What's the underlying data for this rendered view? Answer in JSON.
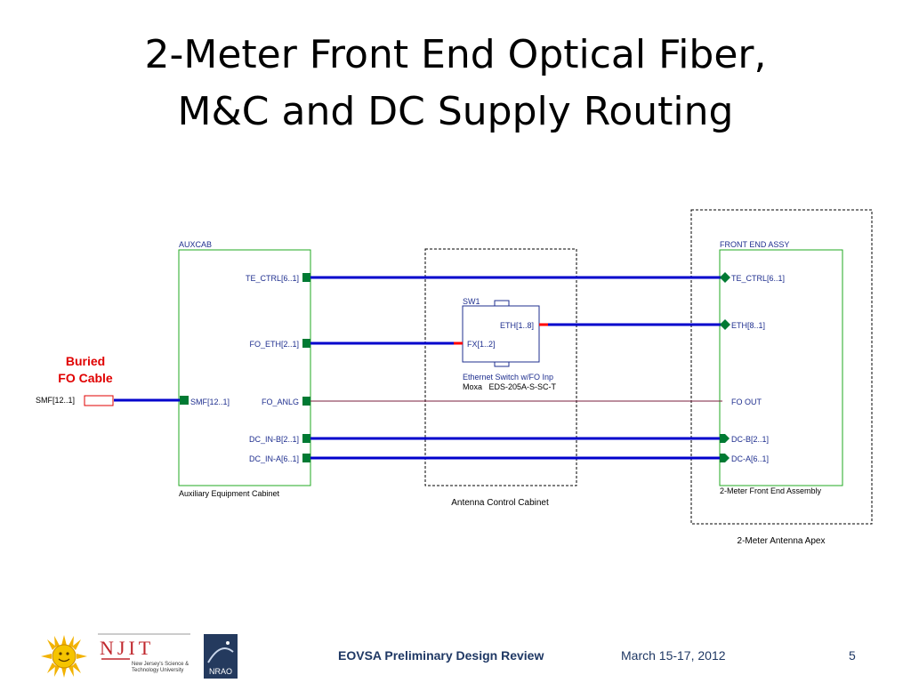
{
  "title": {
    "line1": "2-Meter Front End Optical Fiber,",
    "line2": "M&C and DC Supply Routing"
  },
  "diagram": {
    "auxcab": {
      "name": "AUXCAB",
      "caption": "Auxiliary Equipment Cabinet",
      "ports": {
        "te_ctrl": "TE_CTRL[6..1]",
        "fo_eth": "FO_ETH[2..1]",
        "smf": "SMF[12..1]",
        "fo_anlg": "FO_ANLG",
        "dc_in_b": "DC_IN-B[2..1]",
        "dc_in_a": "DC_IN-A[6..1]"
      }
    },
    "antenna_cabinet": {
      "caption": "Antenna Control Cabinet",
      "switch": {
        "name": "SW1",
        "eth_port": "ETH[1..8]",
        "fx_port": "FX[1..2]",
        "desc_line1": "Ethernet Switch w/FO Inp",
        "desc_line2": "Moxa   EDS-205A-S-SC-T"
      }
    },
    "front_end": {
      "name": "FRONT END ASSY",
      "caption": "2-Meter Front End Assembly",
      "apex_caption": "2-Meter Antenna Apex",
      "ports": {
        "te_ctrl": "TE_CTRL[6..1]",
        "eth": "ETH[8..1]",
        "fo_out": "FO OUT",
        "dc_b": "DC-B[2..1]",
        "dc_a": "DC-A[6..1]"
      }
    },
    "external": {
      "smf_connector": "SMF[12..1]",
      "buried_line1": "Buried",
      "buried_line2": "FO Cable"
    },
    "colors": {
      "wire": "#0000cc",
      "fiber": "#7a1f3d",
      "box": "#22aa22",
      "port": "#007a33",
      "highlight": "#ff0000",
      "label": "#1f2f8f"
    }
  },
  "footer": {
    "title": "EOVSA Preliminary Design Review",
    "date": "March 15-17, 2012",
    "page": "5",
    "njit_name": "NJIT",
    "njit_sub1": "New Jersey's Science &",
    "njit_sub2": "Technology University",
    "nrao_name": "NRAO"
  }
}
